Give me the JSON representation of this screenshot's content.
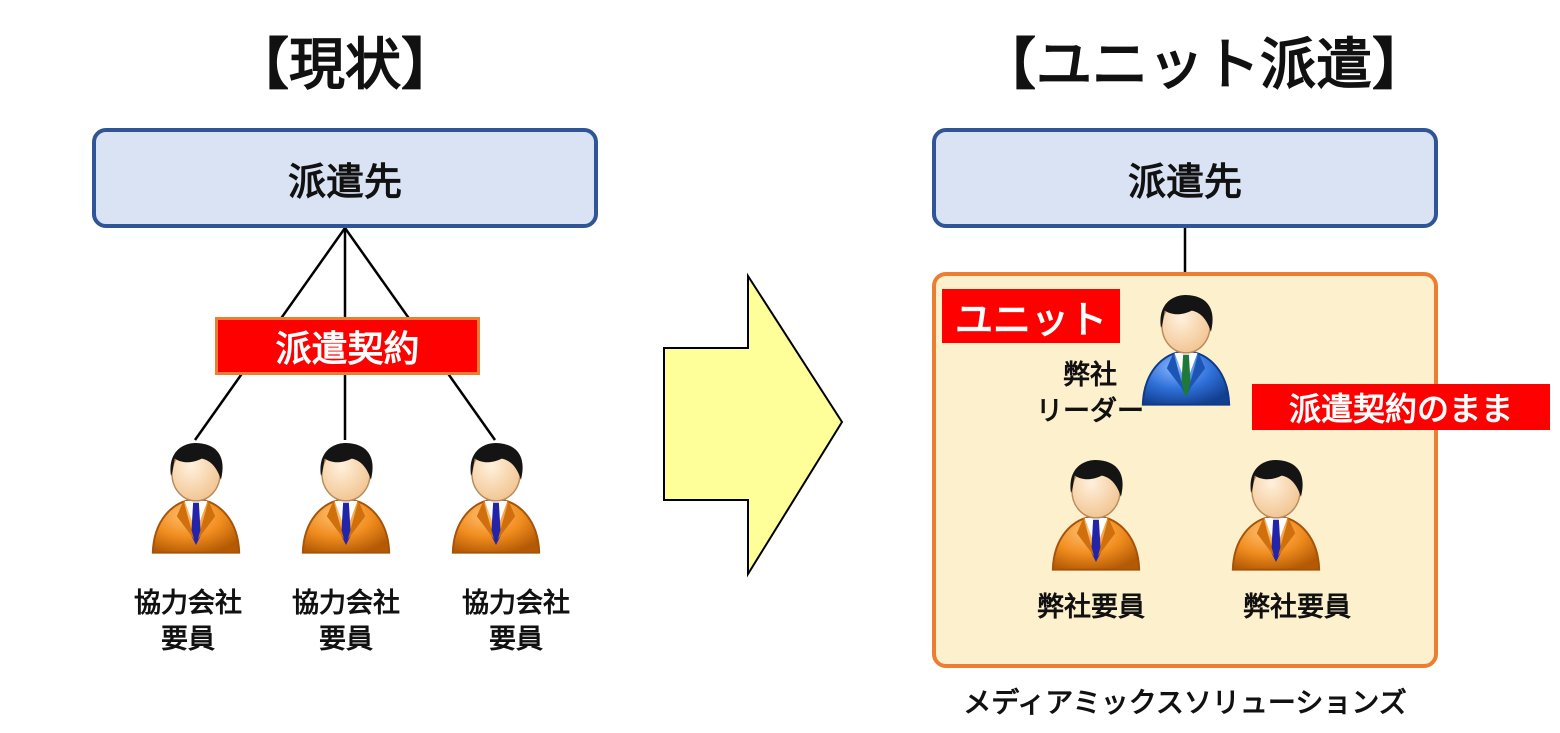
{
  "left": {
    "title": "【現状】",
    "client_label": "派遣先",
    "contract_label": "派遣契約",
    "workers": [
      {
        "line1": "協力会社",
        "line2": "要員"
      },
      {
        "line1": "協力会社",
        "line2": "要員"
      },
      {
        "line1": "協力会社",
        "line2": "要員"
      }
    ]
  },
  "right": {
    "title": "【ユニット派遣】",
    "client_label": "派遣先",
    "unit_label": "ユニット",
    "leader": {
      "line1": "弊社",
      "line2": "リーダー"
    },
    "contract_note": "派遣契約のまま",
    "members": [
      "弊社要員",
      "弊社要員"
    ],
    "company": "メディアミックスソリューションズ"
  },
  "colors": {
    "client_fill": "#dae3f3",
    "client_border": "#2f5597",
    "contract_red": "#ff0000",
    "unit_fill": "#fdf0cd",
    "unit_border": "#ed7d31",
    "arrow_fill": "#ffff99",
    "worker_suit": "#f08c1e",
    "leader_suit": "#2e6fd8"
  },
  "icons": {
    "worker": "orange-person-icon",
    "leader": "blue-person-icon",
    "transition": "right-arrow-icon"
  }
}
